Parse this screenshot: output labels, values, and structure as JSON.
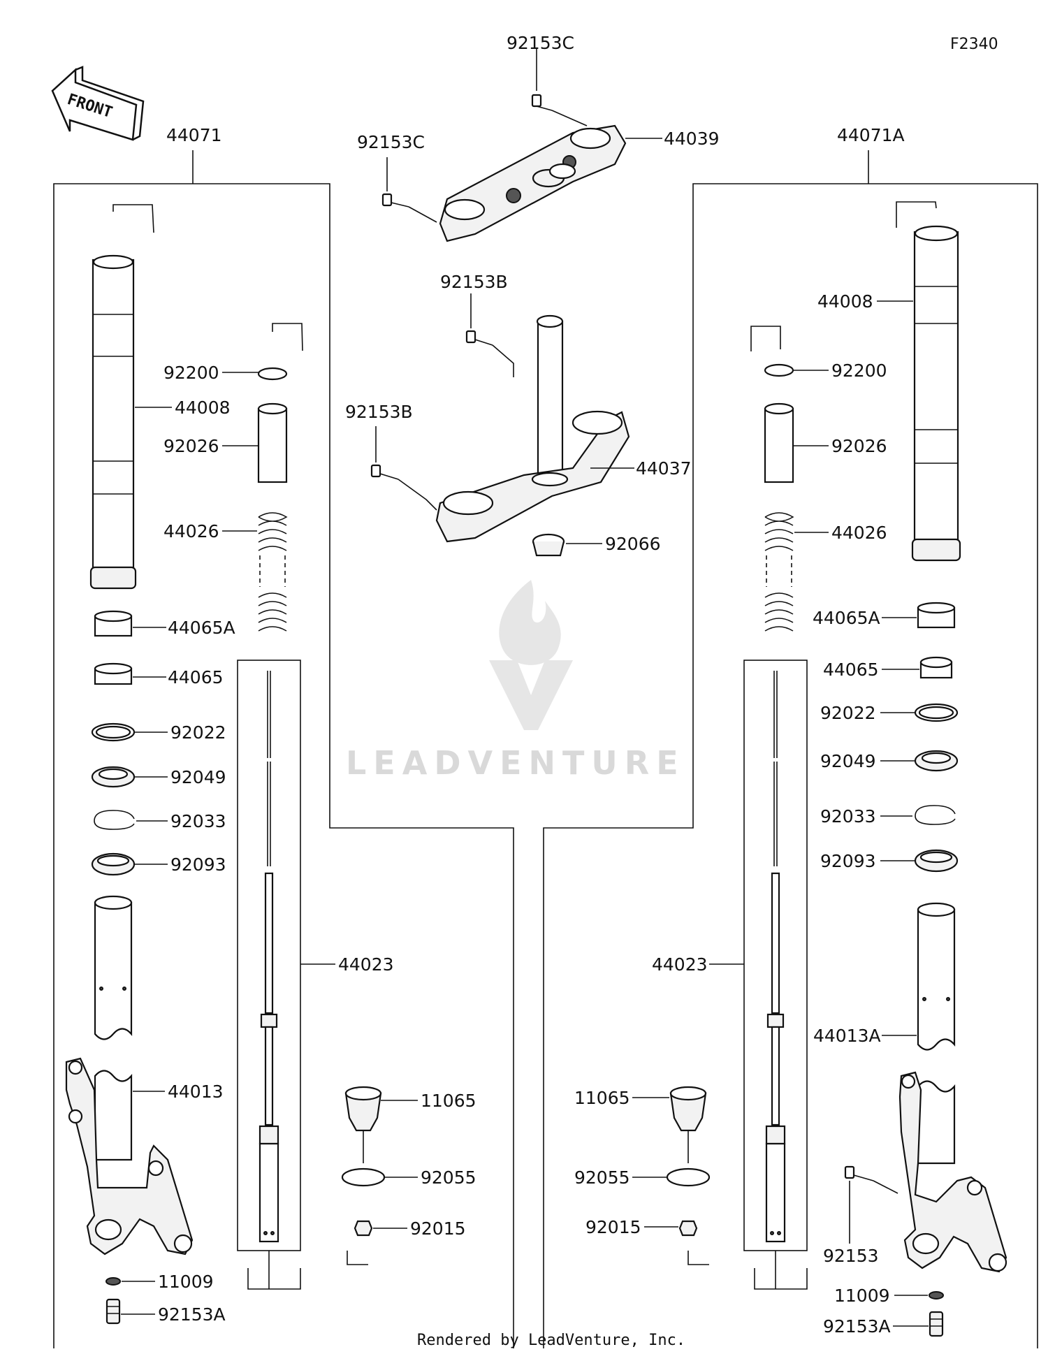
{
  "diagram_code": "F2340",
  "front_label": "FRONT",
  "footer": "Rendered by LeadVenture, Inc.",
  "watermark": "LEADVENTURE",
  "colors": {
    "ink": "#111111",
    "watermark": "#d9d9d9",
    "background": "#ffffff"
  },
  "labels": {
    "p44071": "44071",
    "p44071A": "44071A",
    "p92153C_top": "92153C",
    "p92153C_left": "92153C",
    "p44039": "44039",
    "p92153B_top": "92153B",
    "p92153B_left": "92153B",
    "p44037": "44037",
    "p92066": "92066",
    "left": {
      "p92200": "92200",
      "p44008": "44008",
      "p92026": "92026",
      "p44026": "44026",
      "p44065A": "44065A",
      "p44065": "44065",
      "p92022": "92022",
      "p92049": "92049",
      "p92033": "92033",
      "p92093": "92093",
      "p44023": "44023",
      "p44013": "44013",
      "p11009": "11009",
      "p92153A": "92153A",
      "p11065": "11065",
      "p92055": "92055",
      "p92015": "92015"
    },
    "right": {
      "p44008": "44008",
      "p92200": "92200",
      "p92026": "92026",
      "p44026": "44026",
      "p44065A": "44065A",
      "p44065": "44065",
      "p92022": "92022",
      "p92049": "92049",
      "p92033": "92033",
      "p92093": "92093",
      "p44023": "44023",
      "p44013A": "44013A",
      "p11065": "11065",
      "p92055": "92055",
      "p92015": "92015",
      "p92153": "92153",
      "p11009": "11009",
      "p92153A": "92153A"
    }
  }
}
